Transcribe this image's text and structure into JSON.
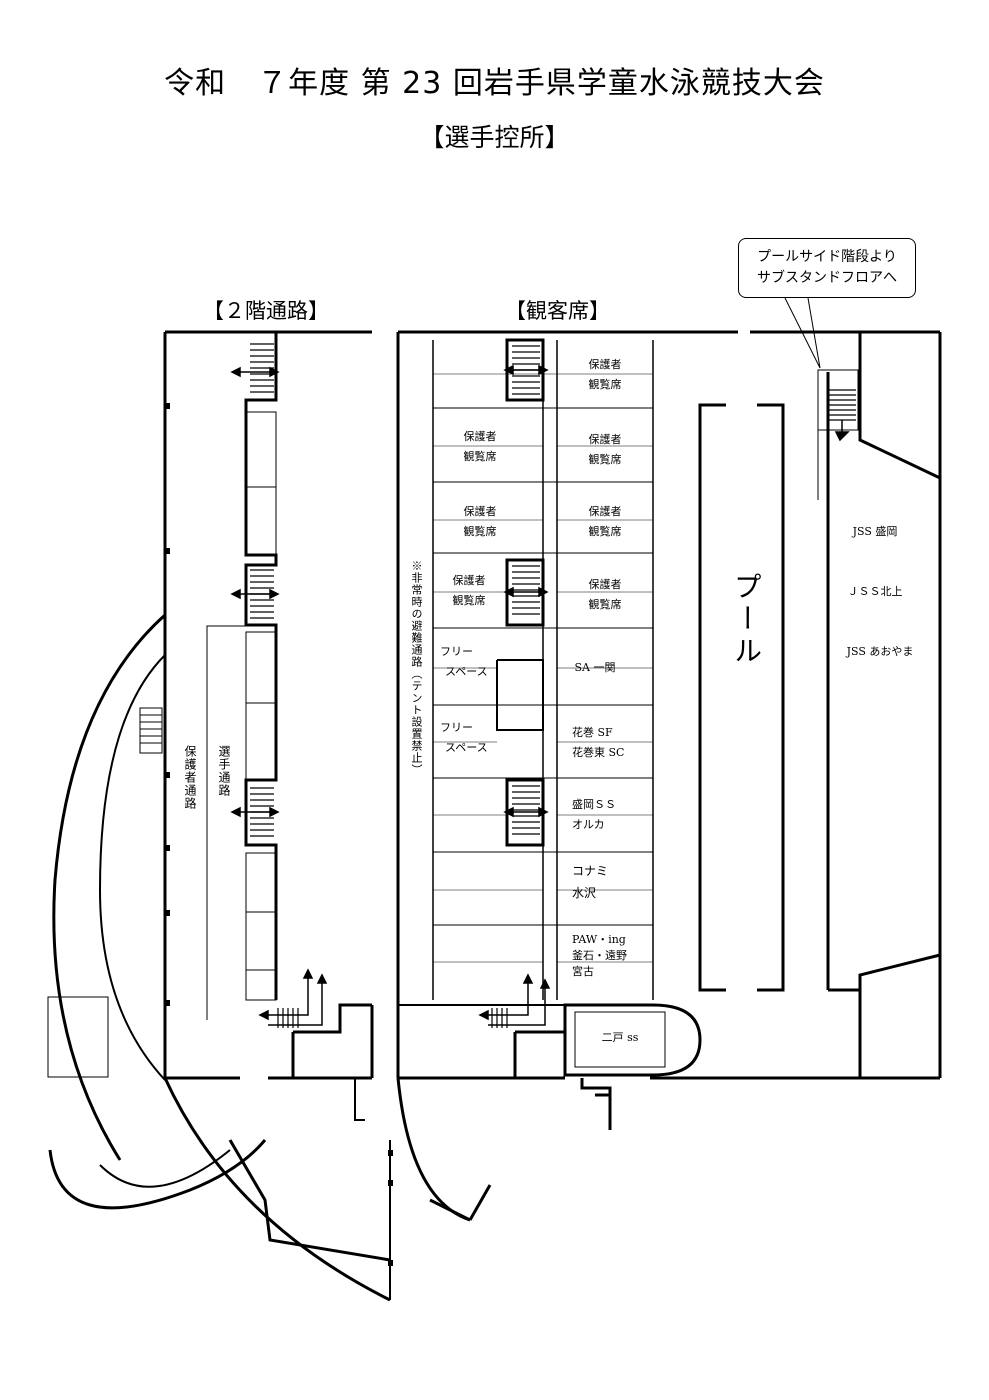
{
  "title": "令和　７年度 第 23 回岩手県学童水泳競技大会",
  "subtitle": "【選手控所】",
  "sections": {
    "corridor": "【２階通路】",
    "stands": "【観客席】"
  },
  "callout": {
    "line1": "プールサイド階段より",
    "line2": "サブスタンドフロアへ"
  },
  "labels": {
    "parent_path": "保護者通路",
    "athlete_path": "選手通路",
    "evacuation": "※非常時の避難通路（テント設置禁止）",
    "pool": "プール"
  },
  "left_column": [
    {
      "line1": "保護者",
      "line2": "観覧席"
    },
    {
      "line1": "保護者",
      "line2": "観覧席"
    },
    {
      "line1": "保護者",
      "line2": "観覧席"
    },
    {
      "line1": "フリー",
      "line2": "スペース"
    },
    {
      "line1": "フリー",
      "line2": "スペース"
    }
  ],
  "right_column": [
    {
      "line1": "保護者",
      "line2": "観覧席"
    },
    {
      "line1": "保護者",
      "line2": "観覧席"
    },
    {
      "line1": "保護者",
      "line2": "観覧席"
    },
    {
      "line1": "保護者",
      "line2": "観覧席"
    },
    {
      "line1": "SA 一関",
      "line2": ""
    },
    {
      "line1": "花巻 SF",
      "line2": "花巻東 SC"
    },
    {
      "line1": "盛岡ＳＳ",
      "line2": "オルカ"
    },
    {
      "line1": "コナミ",
      "line2": "水沢"
    },
    {
      "line1": "PAW・ing",
      "line2": "釜石・遠野",
      "line3": "宮古"
    }
  ],
  "ninohe": "二戸 ss",
  "poolside_teams": [
    "JSS 盛岡",
    "ＪＳＳ北上",
    "JSS あおやま"
  ]
}
